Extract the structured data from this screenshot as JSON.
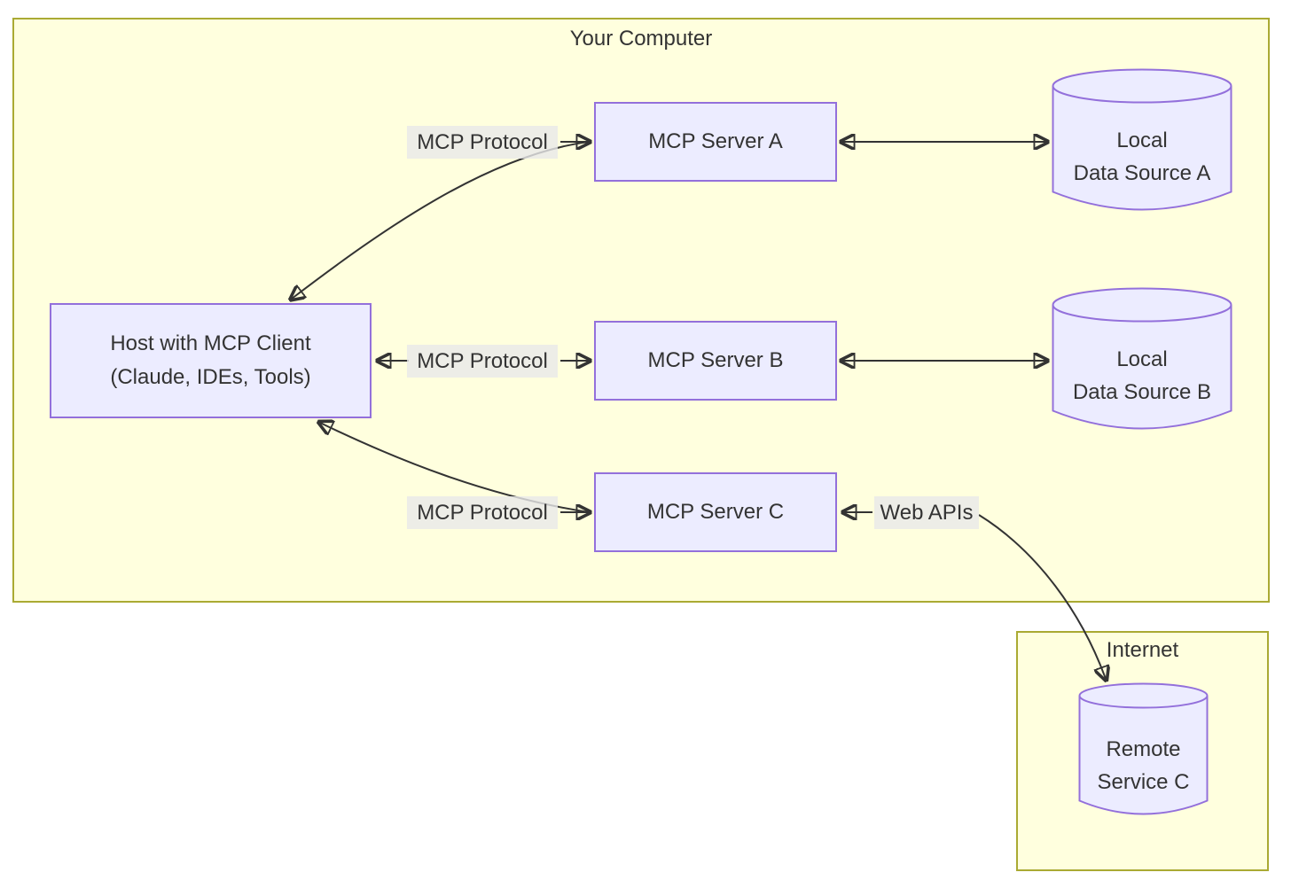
{
  "diagram": {
    "clusters": {
      "computer": {
        "title": "Your Computer"
      },
      "internet": {
        "title": "Internet"
      }
    },
    "nodes": {
      "host": {
        "line1": "Host with MCP Client",
        "line2": "(Claude, IDEs, Tools)"
      },
      "server_a": {
        "label": "MCP Server A"
      },
      "server_b": {
        "label": "MCP Server B"
      },
      "server_c": {
        "label": "MCP Server C"
      },
      "data_a": {
        "line1": "Local",
        "line2": "Data Source A"
      },
      "data_b": {
        "line1": "Local",
        "line2": "Data Source B"
      },
      "remote_c": {
        "line1": "Remote",
        "line2": "Service C"
      }
    },
    "edge_labels": {
      "protocol_a": "MCP Protocol",
      "protocol_b": "MCP Protocol",
      "protocol_c": "MCP Protocol",
      "web_apis": "Web APIs"
    },
    "colors": {
      "cluster_fill": "#ffffde",
      "cluster_border": "#aaaa33",
      "node_fill": "#ECECFF",
      "node_border": "#9370DB",
      "edge": "#333333",
      "edge_label_bg": "#e8e8e8",
      "text": "#333333"
    }
  }
}
